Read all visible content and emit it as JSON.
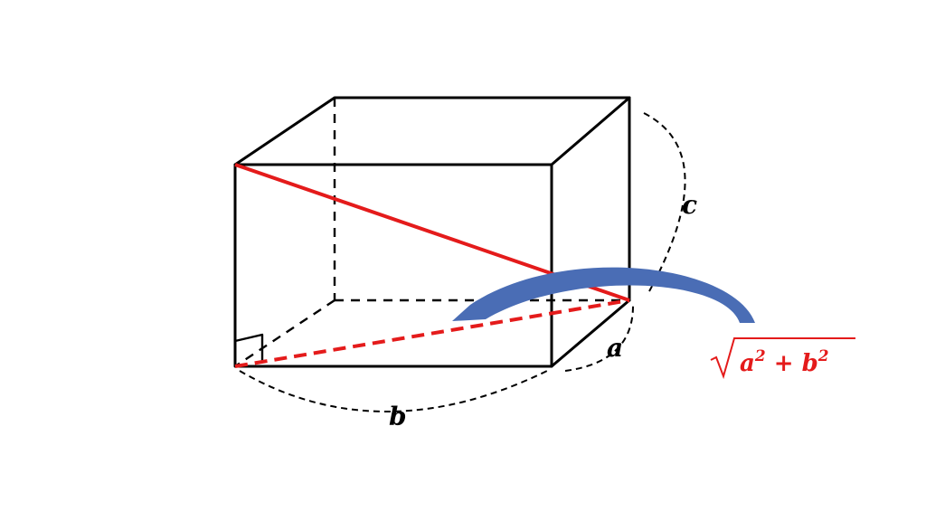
{
  "labels": {
    "a": "a",
    "b": "b",
    "c": "c"
  },
  "formula": {
    "radicand_a": "a",
    "exp_a": "2",
    "plus": " + ",
    "radicand_b": "b",
    "exp_b": "2"
  },
  "colors": {
    "edge": "#000000",
    "diagonal": "#e41b1b",
    "arrow": "#4a6db5",
    "formula": "#e41b1b"
  }
}
